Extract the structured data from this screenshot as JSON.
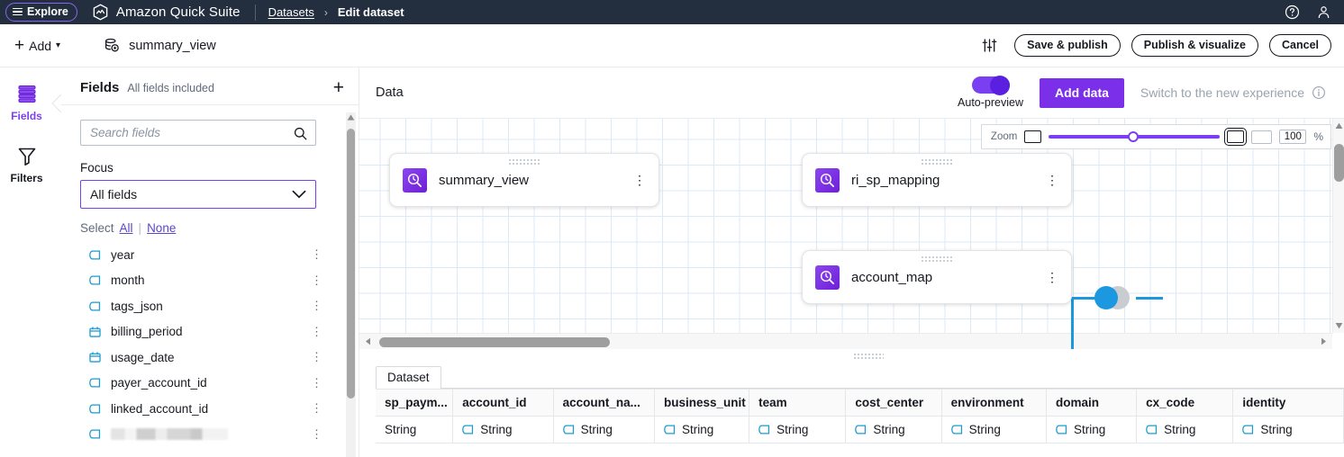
{
  "topbar": {
    "explore_label": "Explore",
    "brand": "Amazon Quick Suite",
    "breadcrumb": {
      "parent": "Datasets",
      "separator": "›",
      "current": "Edit dataset"
    },
    "help_icon": "help-circle-icon",
    "user_icon": "user-icon"
  },
  "actionbar": {
    "add_label": "Add",
    "dataset_name": "summary_view",
    "settings_icon": "sliders-icon",
    "save_publish": "Save & publish",
    "publish_visualize": "Publish & visualize",
    "cancel": "Cancel"
  },
  "rail": {
    "items": [
      {
        "label": "Fields",
        "icon": "fields-icon",
        "active": true
      },
      {
        "label": "Filters",
        "icon": "filter-funnel-icon",
        "active": false
      }
    ]
  },
  "fields_panel": {
    "title": "Fields",
    "subtitle": "All fields included",
    "add_icon": "plus-icon",
    "search": {
      "placeholder": "Search fields",
      "value": "",
      "icon": "search-icon"
    },
    "focus_label": "Focus",
    "focus_value": "All fields",
    "select_label": "Select",
    "select_all": "All",
    "select_none": "None",
    "fields": [
      {
        "name": "year",
        "type": "string",
        "redacted": false
      },
      {
        "name": "month",
        "type": "string",
        "redacted": false
      },
      {
        "name": "tags_json",
        "type": "string",
        "redacted": false
      },
      {
        "name": "billing_period",
        "type": "date",
        "redacted": false
      },
      {
        "name": "usage_date",
        "type": "date",
        "redacted": false
      },
      {
        "name": "payer_account_id",
        "type": "string",
        "redacted": false
      },
      {
        "name": "linked_account_id",
        "type": "string",
        "redacted": false
      },
      {
        "name": "",
        "type": "string",
        "redacted": true
      }
    ]
  },
  "data_header": {
    "label": "Data",
    "auto_preview_label": "Auto-preview",
    "auto_preview_on": true,
    "add_data": "Add data",
    "switch_experience": "Switch to the new experience",
    "info_icon": "info-circle-icon"
  },
  "zoom_control": {
    "label": "Zoom",
    "fit_icon": "fit-screen-icon",
    "actual_icon": "actual-size-icon",
    "value": "100",
    "unit": "%"
  },
  "canvas": {
    "nodes": [
      {
        "id": "summary_view",
        "name": "summary_view",
        "icon": "dataset-view-icon",
        "menu_icon": "kebab-menu-icon"
      },
      {
        "id": "ri_sp_mapping",
        "name": "ri_sp_mapping",
        "icon": "dataset-view-icon",
        "menu_icon": "kebab-menu-icon"
      },
      {
        "id": "account_map",
        "name": "account_map",
        "icon": "dataset-view-icon",
        "menu_icon": "kebab-menu-icon"
      }
    ],
    "joins": [
      {
        "id": "join-ri-sp-mapping",
        "type": "left-join"
      },
      {
        "id": "join-account-map",
        "type": "left-join"
      }
    ]
  },
  "grid": {
    "tabs": [
      {
        "label": "Dataset",
        "active": true
      }
    ],
    "columns": [
      "sp_paym...",
      "account_id",
      "account_na...",
      "business_unit",
      "team",
      "cost_center",
      "environment",
      "domain",
      "cx_code",
      "identity"
    ],
    "types": [
      "String",
      "String",
      "String",
      "String",
      "String",
      "String",
      "String",
      "String",
      "String",
      "String"
    ],
    "first_col_truncated": true
  },
  "colors": {
    "brand_purple": "#7b3ff2",
    "accent_purple": "#7b2fe8",
    "topbar_bg": "#232f3e",
    "connector_blue": "#1b98e0",
    "join_gray": "#c9cdd2",
    "grid_line": "#dce9f7"
  }
}
